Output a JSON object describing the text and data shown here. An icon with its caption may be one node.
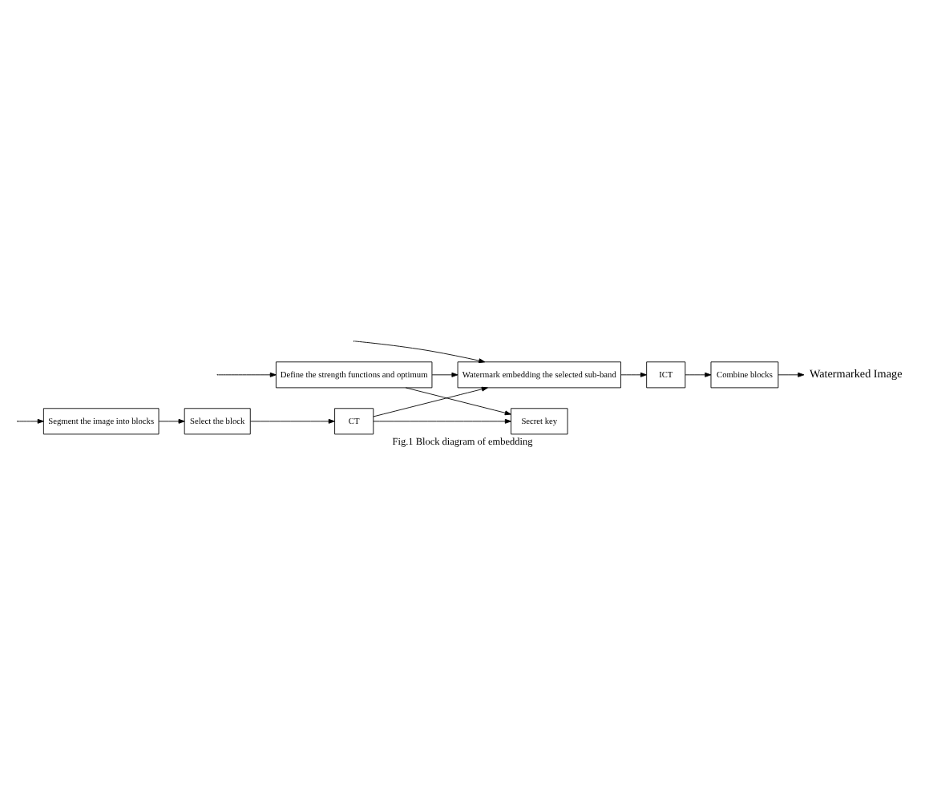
{
  "diagram": {
    "caption": "Fig.1 Block diagram of embedding",
    "nodes": [
      {
        "text": [
          "Segment the image into blocks"
        ]
      },
      {
        "text": [
          "Select the block"
        ]
      },
      {
        "text": [
          "CT"
        ]
      },
      {
        "text": [
          "Watermark embedding the selected sub-band"
        ]
      },
      {
        "text": [
          "Define the strength functions and optimum"
        ]
      },
      {
        "text": [
          "ICT"
        ]
      },
      {
        "text": [
          "Combine blocks"
        ]
      },
      {
        "text": [
          "Secret key"
        ]
      },
      {
        "text": [
          "Watermarked Image"
        ]
      }
    ],
    "edges": [
      {
        "from": null,
        "to": 0,
        "arrow": "to"
      },
      {
        "from": null,
        "to": 4,
        "arrow": "to"
      },
      {
        "from": null,
        "to": 3,
        "arrow": "to"
      },
      {
        "from": 0,
        "to": 1,
        "arrow": "to"
      },
      {
        "from": 1,
        "to": 2,
        "arrow": "to"
      },
      {
        "from": 2,
        "to": 3,
        "arrow": "to"
      },
      {
        "from": 4,
        "to": 3,
        "arrow": "to"
      },
      {
        "from": 4,
        "to": 7,
        "arrow": "to"
      },
      {
        "from": 2,
        "to": 7,
        "arrow": "to"
      },
      {
        "from": 3,
        "to": 5,
        "arrow": "to"
      },
      {
        "from": 5,
        "to": 6,
        "arrow": "to"
      },
      {
        "from": 6,
        "to": 8,
        "arrow": "to"
      }
    ]
  }
}
